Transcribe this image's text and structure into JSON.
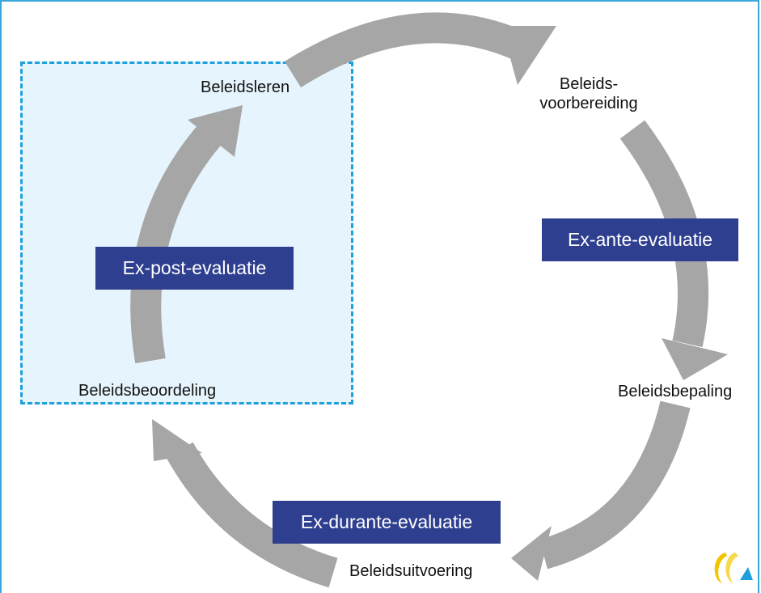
{
  "stages": {
    "learning": "Beleidsleren",
    "preparation_line1": "Beleids-",
    "preparation_line2": "voorbereiding",
    "determination": "Beleidsbepaling",
    "execution": "Beleidsuitvoering",
    "assessment": "Beleidsbeoordeling"
  },
  "evaluations": {
    "ex_ante": "Ex-ante-evaluatie",
    "ex_durante": "Ex-durante-evaluatie",
    "ex_post": "Ex-post-evaluatie"
  },
  "colors": {
    "arrow": "#a6a6a6",
    "eval_box": "#2f3f8f",
    "highlight_fill": "#e6f5fd",
    "highlight_border": "#1ea0dc",
    "frame": "#3aa7da"
  },
  "icons": [
    "logo-icon"
  ]
}
